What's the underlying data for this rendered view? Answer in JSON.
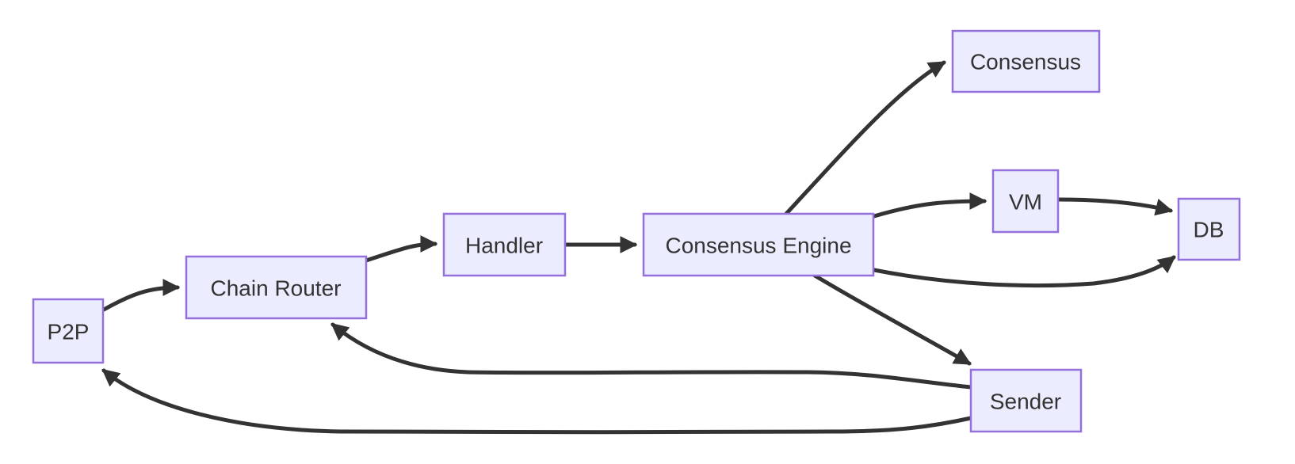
{
  "diagram": {
    "type": "flowchart",
    "direction": "left-to-right",
    "nodes": [
      {
        "id": "p2p",
        "label": "P2P"
      },
      {
        "id": "chain-router",
        "label": "Chain Router"
      },
      {
        "id": "handler",
        "label": "Handler"
      },
      {
        "id": "consensus-engine",
        "label": "Consensus Engine"
      },
      {
        "id": "consensus",
        "label": "Consensus"
      },
      {
        "id": "vm",
        "label": "VM"
      },
      {
        "id": "db",
        "label": "DB"
      },
      {
        "id": "sender",
        "label": "Sender"
      }
    ],
    "edges": [
      {
        "from": "P2P",
        "to": "Chain Router"
      },
      {
        "from": "Chain Router",
        "to": "Handler"
      },
      {
        "from": "Handler",
        "to": "Consensus Engine"
      },
      {
        "from": "Consensus Engine",
        "to": "Consensus"
      },
      {
        "from": "Consensus Engine",
        "to": "VM"
      },
      {
        "from": "VM",
        "to": "DB"
      },
      {
        "from": "Consensus Engine",
        "to": "DB"
      },
      {
        "from": "Consensus Engine",
        "to": "Sender"
      },
      {
        "from": "Sender",
        "to": "Chain Router"
      },
      {
        "from": "Sender",
        "to": "P2P"
      }
    ],
    "colors": {
      "node_fill": "#ECECFF",
      "node_border": "#9370DB",
      "edge": "#333333",
      "text": "#333333",
      "background": "#FFFFFF"
    }
  }
}
